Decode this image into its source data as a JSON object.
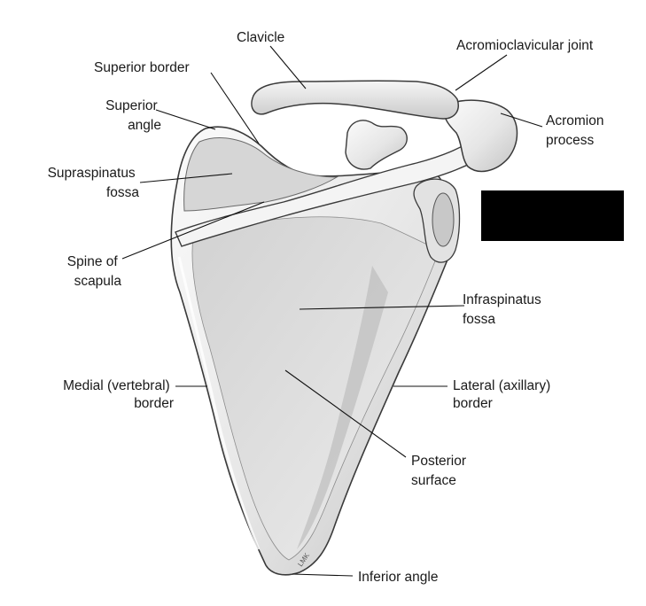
{
  "labels": {
    "clavicle": "Clavicle",
    "acromioclavicular_joint": "Acromioclavicular joint",
    "superior_border": "Superior border",
    "superior_angle": [
      "Superior",
      "angle"
    ],
    "acromion_process": [
      "Acromion",
      "process"
    ],
    "supraspinatus_fossa": [
      "Supraspinatus",
      "fossa"
    ],
    "spine_of_scapula": [
      "Spine of",
      "scapula"
    ],
    "infraspinatus_fossa": [
      "Infraspinatus",
      "fossa"
    ],
    "medial_border": [
      "Medial (vertebral)",
      "border"
    ],
    "lateral_border": [
      "Lateral (axillary)",
      "border"
    ],
    "posterior_surface": [
      "Posterior",
      "surface"
    ],
    "inferior_angle": "Inferior angle",
    "signature": "LMK"
  },
  "colors": {
    "redaction_box": "#000000",
    "bone_light": "#f2f2f2",
    "bone_shadow": "#b4b4b4"
  }
}
